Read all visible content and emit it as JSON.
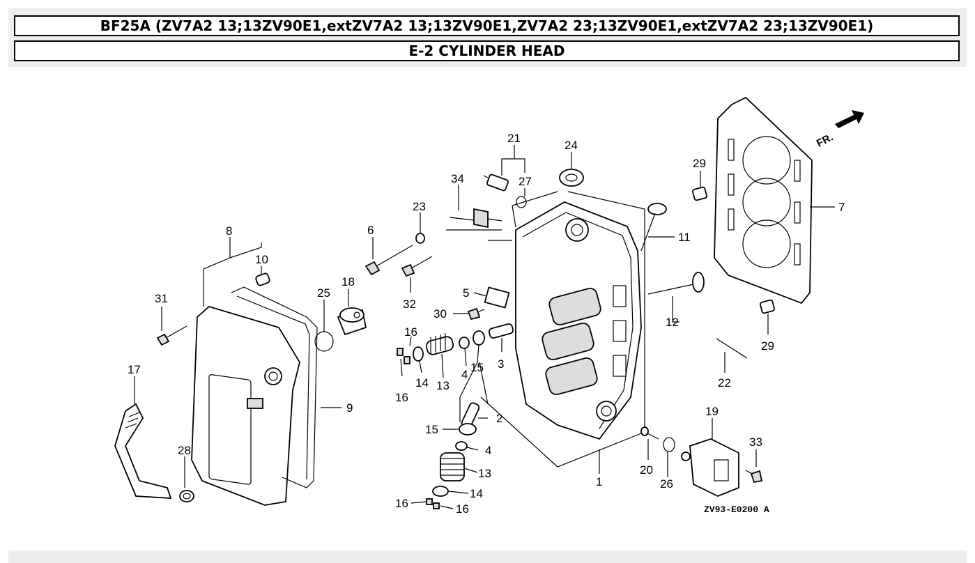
{
  "header": {
    "model": "BF25A (ZV7A2 13;13ZV90E1,extZV7A2 13;13ZV90E1,ZV7A2 23;13ZV90E1,extZV7A2 23;13ZV90E1)",
    "section": "E-2 CYLINDER HEAD"
  },
  "diagram": {
    "drawing_code": "ZV93-E0200 A",
    "front_mark": "FR.",
    "callouts": [
      {
        "id": "c1",
        "text": "1"
      },
      {
        "id": "c2",
        "text": "2"
      },
      {
        "id": "c3",
        "text": "3"
      },
      {
        "id": "c4a",
        "text": "4"
      },
      {
        "id": "c4b",
        "text": "4"
      },
      {
        "id": "c5",
        "text": "5"
      },
      {
        "id": "c6",
        "text": "6"
      },
      {
        "id": "c7",
        "text": "7"
      },
      {
        "id": "c8",
        "text": "8"
      },
      {
        "id": "c9",
        "text": "9"
      },
      {
        "id": "c10",
        "text": "10"
      },
      {
        "id": "c11",
        "text": "11"
      },
      {
        "id": "c12",
        "text": "12"
      },
      {
        "id": "c13a",
        "text": "13"
      },
      {
        "id": "c13b",
        "text": "13"
      },
      {
        "id": "c14a",
        "text": "14"
      },
      {
        "id": "c14b",
        "text": "14"
      },
      {
        "id": "c15a",
        "text": "15"
      },
      {
        "id": "c15b",
        "text": "15"
      },
      {
        "id": "c16a",
        "text": "16"
      },
      {
        "id": "c16b",
        "text": "16"
      },
      {
        "id": "c16c",
        "text": "16"
      },
      {
        "id": "c16d",
        "text": "16"
      },
      {
        "id": "c17",
        "text": "17"
      },
      {
        "id": "c18",
        "text": "18"
      },
      {
        "id": "c19",
        "text": "19"
      },
      {
        "id": "c20",
        "text": "20"
      },
      {
        "id": "c21",
        "text": "21"
      },
      {
        "id": "c22",
        "text": "22"
      },
      {
        "id": "c23",
        "text": "23"
      },
      {
        "id": "c24",
        "text": "24"
      },
      {
        "id": "c25",
        "text": "25"
      },
      {
        "id": "c26",
        "text": "26"
      },
      {
        "id": "c27",
        "text": "27"
      },
      {
        "id": "c28",
        "text": "28"
      },
      {
        "id": "c29a",
        "text": "29"
      },
      {
        "id": "c29b",
        "text": "29"
      },
      {
        "id": "c30",
        "text": "30"
      },
      {
        "id": "c31",
        "text": "31"
      },
      {
        "id": "c32",
        "text": "32"
      },
      {
        "id": "c33",
        "text": "33"
      },
      {
        "id": "c34",
        "text": "34"
      }
    ]
  }
}
